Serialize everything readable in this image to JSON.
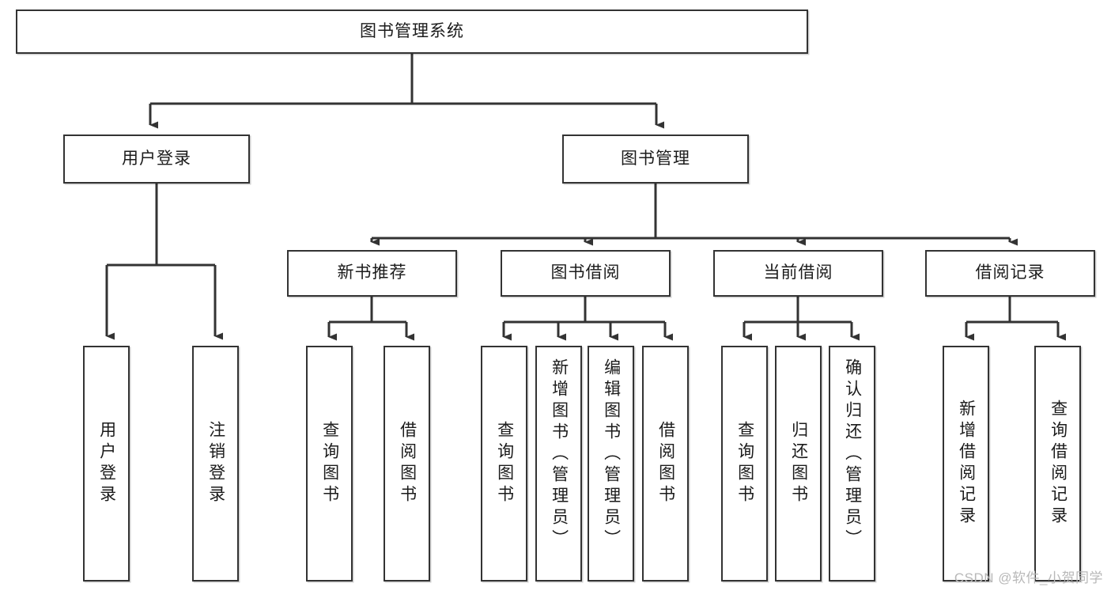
{
  "diagram": {
    "type": "tree-hierarchy",
    "title": "图书管理系统",
    "watermark": "CSDN @软件_小贺同学",
    "colors": {
      "box_border": "#333333",
      "box_fill": "#ffffff",
      "connector": "#333333",
      "text": "#1b1b1b",
      "watermark": "#b8b8b8",
      "background": "#ffffff"
    },
    "root": {
      "id": "root",
      "label": "图书管理系统",
      "orientation": "horizontal"
    },
    "level2": [
      {
        "id": "user-login",
        "label": "用户登录",
        "orientation": "horizontal"
      },
      {
        "id": "book-manage",
        "label": "图书管理",
        "orientation": "horizontal"
      }
    ],
    "level3": [
      {
        "id": "new-book-recommend",
        "label": "新书推荐",
        "orientation": "horizontal",
        "parent": "book-manage"
      },
      {
        "id": "book-borrow",
        "label": "图书借阅",
        "orientation": "horizontal",
        "parent": "book-manage"
      },
      {
        "id": "current-borrow",
        "label": "当前借阅",
        "orientation": "horizontal",
        "parent": "book-manage"
      },
      {
        "id": "borrow-record",
        "label": "借阅记录",
        "orientation": "horizontal",
        "parent": "book-manage"
      }
    ],
    "leaves": [
      {
        "id": "leaf-user-login",
        "label": "用户登录",
        "orientation": "vertical",
        "parent": "user-login"
      },
      {
        "id": "leaf-user-logout",
        "label": "注销登录",
        "orientation": "vertical",
        "parent": "user-login"
      },
      {
        "id": "leaf-rec-query-book",
        "label": "查询图书",
        "orientation": "vertical",
        "parent": "new-book-recommend"
      },
      {
        "id": "leaf-rec-borrow-book",
        "label": "借阅图书",
        "orientation": "vertical",
        "parent": "new-book-recommend"
      },
      {
        "id": "leaf-borrow-query-book",
        "label": "查询图书",
        "orientation": "vertical",
        "parent": "book-borrow"
      },
      {
        "id": "leaf-borrow-add-book",
        "label": "新增图书（管理员）",
        "orientation": "vertical",
        "parent": "book-borrow"
      },
      {
        "id": "leaf-borrow-edit-book",
        "label": "编辑图书（管理员）",
        "orientation": "vertical",
        "parent": "book-borrow"
      },
      {
        "id": "leaf-borrow-lend-book",
        "label": "借阅图书",
        "orientation": "vertical",
        "parent": "book-borrow"
      },
      {
        "id": "leaf-current-query-book",
        "label": "查询图书",
        "orientation": "vertical",
        "parent": "current-borrow"
      },
      {
        "id": "leaf-current-return-book",
        "label": "归还图书",
        "orientation": "vertical",
        "parent": "current-borrow"
      },
      {
        "id": "leaf-current-confirm-return",
        "label": "确认归还（管理员）",
        "orientation": "vertical",
        "parent": "current-borrow"
      },
      {
        "id": "leaf-record-add",
        "label": "新增借阅记录",
        "orientation": "vertical",
        "parent": "borrow-record"
      },
      {
        "id": "leaf-record-query",
        "label": "查询借阅记录",
        "orientation": "vertical",
        "parent": "borrow-record"
      }
    ]
  }
}
